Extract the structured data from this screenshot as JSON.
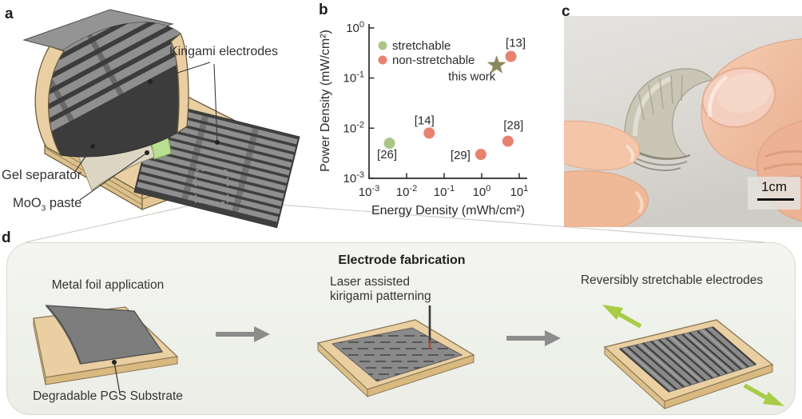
{
  "panels": {
    "a": "a",
    "b": "b",
    "c": "c",
    "d": "d"
  },
  "panel_a": {
    "labels": {
      "kirigami_electrodes": "Kirigami electrodes",
      "gel_separator": "Gel separator",
      "moo3_prefix": "MoO",
      "moo3_sub": "3",
      "moo3_suffix": " paste"
    }
  },
  "chart_data": {
    "type": "scatter",
    "xlabel": "Energy Density (mWh/cm²)",
    "ylabel": "Power Density (mW/cm²)",
    "x_log_range": [
      -3,
      1
    ],
    "y_log_range": [
      -3,
      0
    ],
    "grid": false,
    "legend_position": "top-left",
    "legend": [
      {
        "label": "stretchable",
        "color": "#a9c687"
      },
      {
        "label": "non-stretchable",
        "color": "#e8826e"
      }
    ],
    "marker_colors": {
      "stretchable": "#a9c687",
      "non-stretchable": "#e8826e",
      "this-work": "#8d8760"
    },
    "points": [
      {
        "ref": "[26]",
        "category": "stretchable",
        "x": 0.0035,
        "y": 0.005,
        "marker": "circle",
        "label_pos": "below"
      },
      {
        "ref": "[14]",
        "category": "non-stretchable",
        "x": 0.04,
        "y": 0.008,
        "marker": "circle",
        "label_pos": "above-left"
      },
      {
        "ref": "[29]",
        "category": "non-stretchable",
        "x": 0.95,
        "y": 0.003,
        "marker": "circle",
        "label_pos": "left"
      },
      {
        "ref": "[28]",
        "category": "non-stretchable",
        "x": 5,
        "y": 0.0055,
        "marker": "circle",
        "label_pos": "above-right"
      },
      {
        "ref": "[13]",
        "category": "non-stretchable",
        "x": 6,
        "y": 0.27,
        "marker": "circle",
        "label_pos": "above"
      },
      {
        "ref": "this work",
        "category": "this-work",
        "x": 2.5,
        "y": 0.18,
        "marker": "star",
        "label_pos": "below-left"
      }
    ]
  },
  "panel_c": {
    "scale_bar_label": "1cm"
  },
  "panel_d": {
    "title": "Electrode fabrication",
    "steps": [
      {
        "label": "Metal foil application"
      },
      {
        "label_line1": "Laser assisted",
        "label_line2": "kirigami patterning"
      },
      {
        "label": "Reversibly stretchable electrodes"
      }
    ],
    "substrate_label": "Degradable PGS Substrate"
  },
  "colors": {
    "substrate_tan": "#e9cfa2",
    "substrate_side": "#dcbf8a",
    "foil_gray": "#7d7d7d",
    "stripe_gray": "#8f8f8f",
    "gel_beige": "#ddd5c3",
    "moo3_green": "#b9de90",
    "stretch_arrow_green": "#a8cc45",
    "process_arrow_gray": "#8c8c8c",
    "star_olive": "#8d8760",
    "panel_d_background": "#f1f2ed"
  }
}
